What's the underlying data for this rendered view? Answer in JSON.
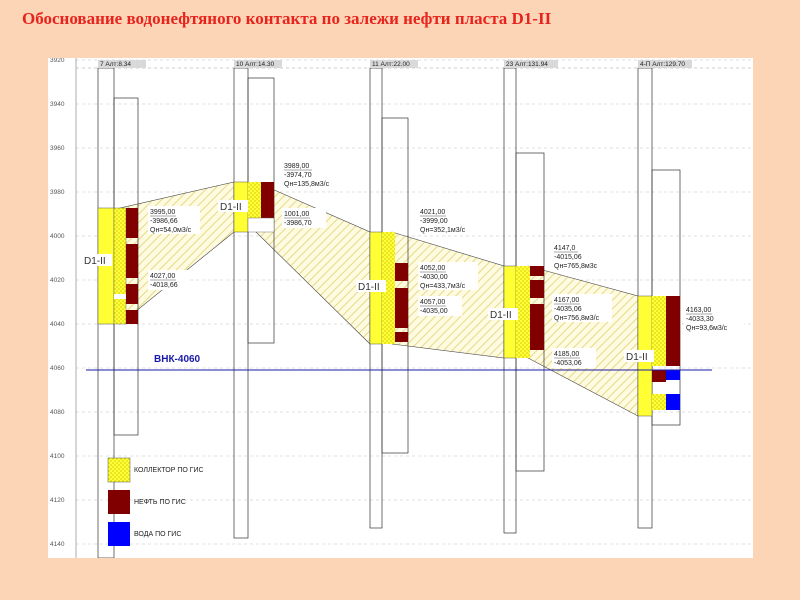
{
  "slide": {
    "title": "Обоснование водонефтяного контакта по залежи нефти пласта D1-II"
  },
  "depth_axis": {
    "ticks": [
      "3920",
      "3940",
      "3960",
      "3980",
      "4000",
      "4020",
      "4040",
      "4060",
      "4080",
      "4100",
      "4120",
      "4140"
    ]
  },
  "wells": [
    {
      "header": "7 Алт:8.34"
    },
    {
      "header": "10 Алт:14.30"
    },
    {
      "header": "11 Алт:22.00"
    },
    {
      "header": "23 Алт:131.94"
    },
    {
      "header": "4-П Алт:129.70"
    }
  ],
  "layer_labels": [
    "D1-II",
    "D1-II",
    "D1-II",
    "D1-II",
    "D1-II"
  ],
  "annotations": [
    [
      "3995,00",
      "-3986,66",
      "Qн=54,0м3/с"
    ],
    [
      "4027,00",
      "-4018,66"
    ],
    [
      "3989,00",
      "-3974,70",
      "Qн=135,8м3/с"
    ],
    [
      "1001,00",
      "-3986,70"
    ],
    [
      "4021,00",
      "-3999,00",
      "Qн=352,1м3/с"
    ],
    [
      "4052,00",
      "-4030,00",
      "Qн=433,7м3/с"
    ],
    [
      "4057,00",
      "-4035,00"
    ],
    [
      "4147,0",
      "-4015,06",
      "Qн=765,8м3с"
    ],
    [
      "4167,00",
      "-4035,06",
      "Qн=756,8м3/с"
    ],
    [
      "4185,00",
      "-4053,06"
    ],
    [
      "4163,00",
      "-4033,30",
      "Qн=93,6м3/с"
    ]
  ],
  "contact_label": "ВНК-4060",
  "legend": [
    {
      "label": "КОЛЛЕКТОР ПО ГИС",
      "color": "#ffff33"
    },
    {
      "label": "НЕФТЬ ПО ГИС",
      "color": "#800000"
    },
    {
      "label": "ВОДА ПО ГИС",
      "color": "#0000ff"
    }
  ],
  "colors": {
    "title": "#e8231e",
    "oil": "#800000",
    "collector": "#ffff33",
    "water": "#0000ff",
    "contact": "#1a1aa8"
  }
}
